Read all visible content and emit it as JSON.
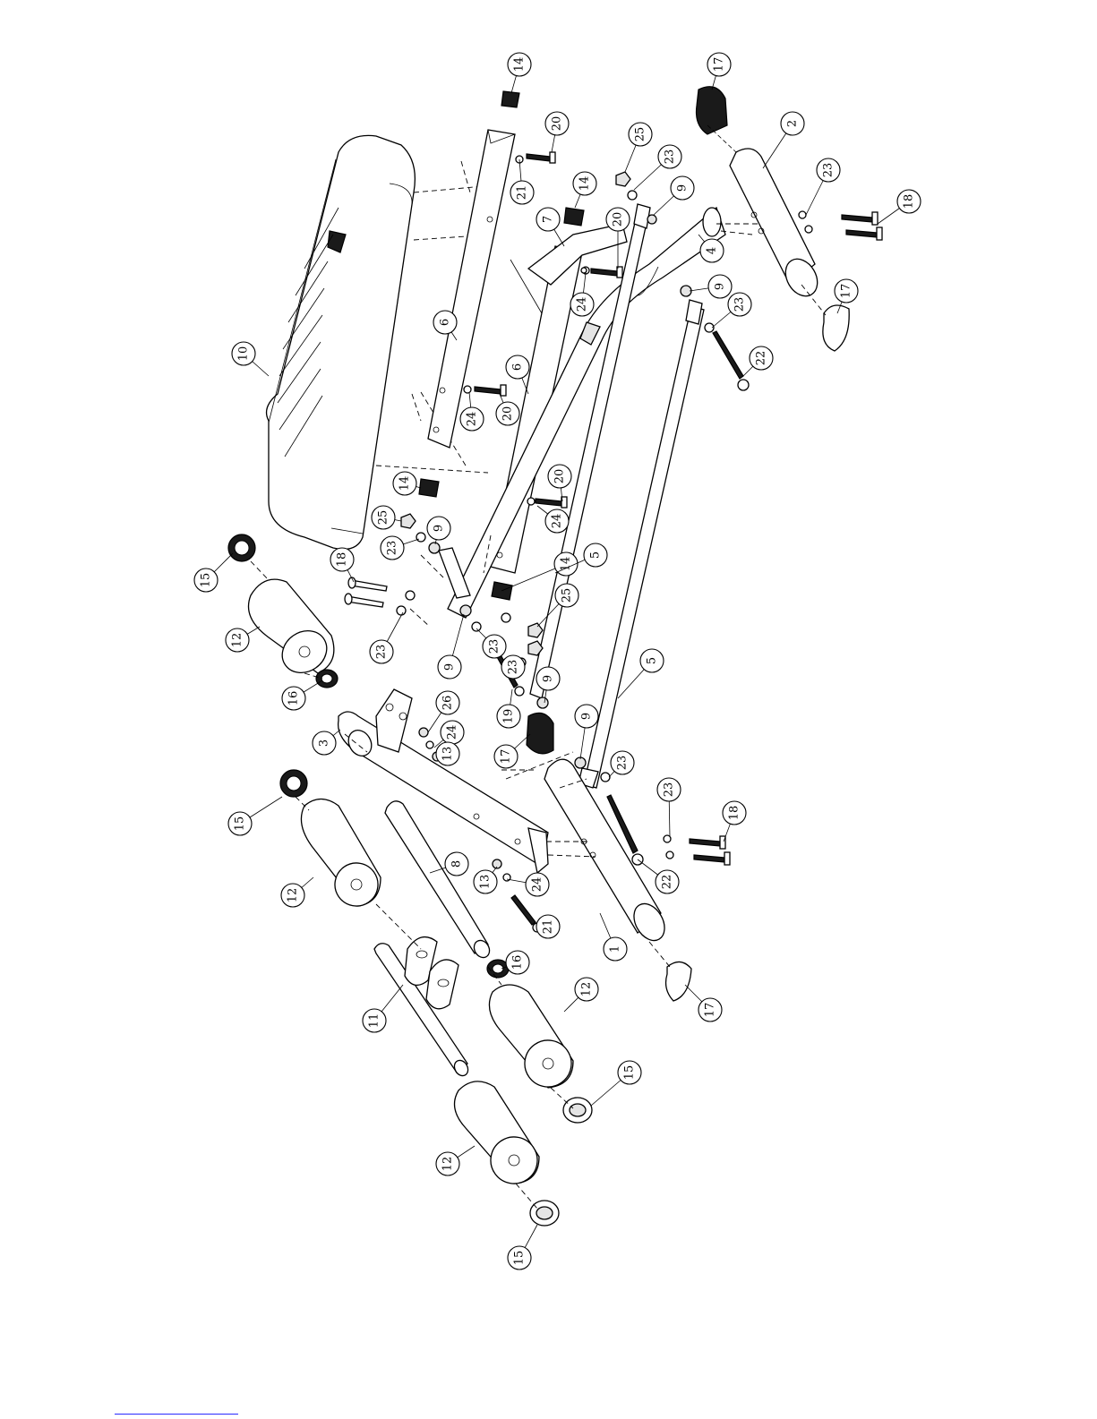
{
  "diagram": {
    "callouts": [
      {
        "id": "c14a",
        "label": "14"
      },
      {
        "id": "c17a",
        "label": "17"
      },
      {
        "id": "c20a",
        "label": "20"
      },
      {
        "id": "c2",
        "label": "2"
      },
      {
        "id": "c25a",
        "label": "25"
      },
      {
        "id": "c23a",
        "label": "23"
      },
      {
        "id": "c9a",
        "label": "9"
      },
      {
        "id": "c21a",
        "label": "21"
      },
      {
        "id": "c14b",
        "label": "14"
      },
      {
        "id": "c23b",
        "label": "23"
      },
      {
        "id": "c18a",
        "label": "18"
      },
      {
        "id": "c7",
        "label": "7"
      },
      {
        "id": "c20b",
        "label": "20"
      },
      {
        "id": "c4",
        "label": "4"
      },
      {
        "id": "c24a",
        "label": "24"
      },
      {
        "id": "c9b",
        "label": "9"
      },
      {
        "id": "c17b",
        "label": "17"
      },
      {
        "id": "c23c",
        "label": "23"
      },
      {
        "id": "c10",
        "label": "10"
      },
      {
        "id": "c6a",
        "label": "6"
      },
      {
        "id": "c22a",
        "label": "22"
      },
      {
        "id": "c6b",
        "label": "6"
      },
      {
        "id": "c24b",
        "label": "24"
      },
      {
        "id": "c20c",
        "label": "20"
      },
      {
        "id": "c20d",
        "label": "20"
      },
      {
        "id": "c14c",
        "label": "14"
      },
      {
        "id": "c24c",
        "label": "24"
      },
      {
        "id": "c25b",
        "label": "25"
      },
      {
        "id": "c9c",
        "label": "9"
      },
      {
        "id": "c15a",
        "label": "15"
      },
      {
        "id": "c14d",
        "label": "14"
      },
      {
        "id": "c23d",
        "label": "23"
      },
      {
        "id": "c5a",
        "label": "5"
      },
      {
        "id": "c18b",
        "label": "18"
      },
      {
        "id": "c25c",
        "label": "25"
      },
      {
        "id": "c12a",
        "label": "12"
      },
      {
        "id": "c23e",
        "label": "23"
      },
      {
        "id": "c9d",
        "label": "9"
      },
      {
        "id": "c23f",
        "label": "23"
      },
      {
        "id": "c23g",
        "label": "23"
      },
      {
        "id": "c16a",
        "label": "16"
      },
      {
        "id": "c5b",
        "label": "5"
      },
      {
        "id": "c26",
        "label": "26"
      },
      {
        "id": "c19",
        "label": "19"
      },
      {
        "id": "c9e",
        "label": "9"
      },
      {
        "id": "c3",
        "label": "3"
      },
      {
        "id": "c24d",
        "label": "24"
      },
      {
        "id": "c13a",
        "label": "13"
      },
      {
        "id": "c17c",
        "label": "17"
      },
      {
        "id": "c9f",
        "label": "9"
      },
      {
        "id": "c23h",
        "label": "23"
      },
      {
        "id": "c15b",
        "label": "15"
      },
      {
        "id": "c23i",
        "label": "23"
      },
      {
        "id": "c18c",
        "label": "18"
      },
      {
        "id": "c12b",
        "label": "12"
      },
      {
        "id": "c8",
        "label": "8"
      },
      {
        "id": "c13b",
        "label": "13"
      },
      {
        "id": "c24e",
        "label": "24"
      },
      {
        "id": "c22b",
        "label": "22"
      },
      {
        "id": "c21b",
        "label": "21"
      },
      {
        "id": "c1",
        "label": "1"
      },
      {
        "id": "c16b",
        "label": "16"
      },
      {
        "id": "c11",
        "label": "11"
      },
      {
        "id": "c12c",
        "label": "12"
      },
      {
        "id": "c17d",
        "label": "17"
      },
      {
        "id": "c15c",
        "label": "15"
      },
      {
        "id": "c12d",
        "label": "12"
      },
      {
        "id": "c15d",
        "label": "15"
      }
    ]
  }
}
